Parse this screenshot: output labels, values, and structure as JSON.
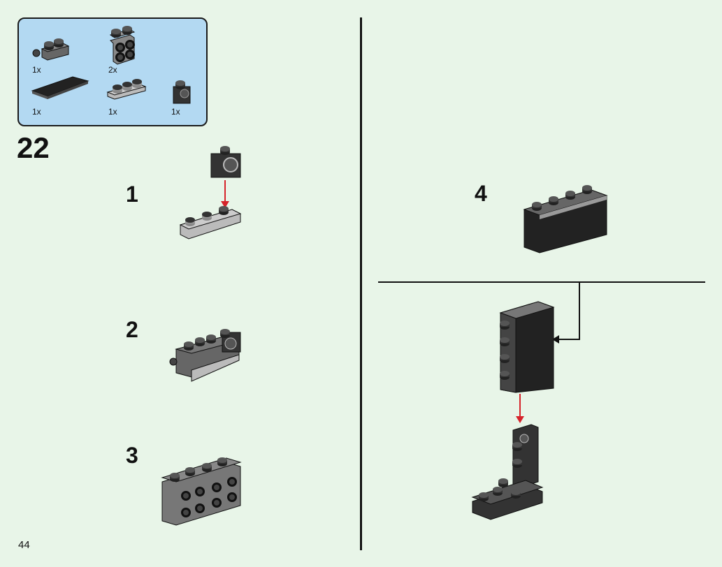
{
  "parts_list": {
    "items": [
      {
        "name": "plate-with-clip",
        "qty": "1x"
      },
      {
        "name": "bracket-2x2",
        "qty": "2x"
      },
      {
        "name": "tile-2x4",
        "qty": "1x"
      },
      {
        "name": "plate-1x3",
        "qty": "1x"
      },
      {
        "name": "brick-with-hole",
        "qty": "1x"
      }
    ]
  },
  "step_number": "22",
  "substeps": [
    "1",
    "2",
    "3",
    "4"
  ],
  "page_number": "44",
  "colors": {
    "background": "#e8f5e8",
    "parts_box": "#b3d9f2",
    "arrow": "#d6232a",
    "dark_gray": "#3a3a3a",
    "light_gray": "#bdbdbd"
  }
}
